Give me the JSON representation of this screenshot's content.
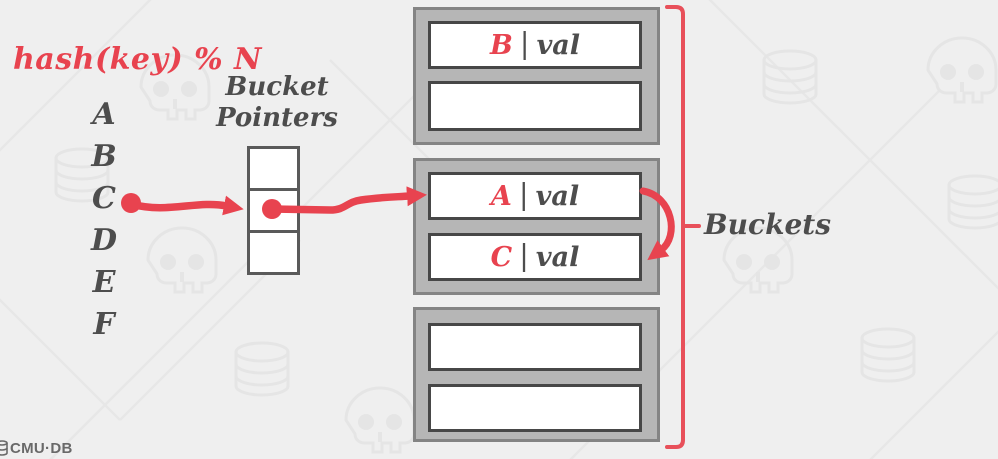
{
  "hash_function_label": "hash(key) % N",
  "keys": [
    "A",
    "B",
    "C",
    "D",
    "E",
    "F"
  ],
  "bucket_pointers_label": {
    "line1": "Bucket",
    "line2": "Pointers"
  },
  "buckets_label": "Buckets",
  "buckets": [
    {
      "slots": [
        {
          "key": "B",
          "sep": "|",
          "value": "val"
        },
        {
          "key": "",
          "sep": "",
          "value": ""
        }
      ]
    },
    {
      "slots": [
        {
          "key": "A",
          "sep": "|",
          "value": "val"
        },
        {
          "key": "C",
          "sep": "|",
          "value": "val"
        }
      ]
    },
    {
      "slots": [
        {
          "key": "",
          "sep": "",
          "value": ""
        },
        {
          "key": "",
          "sep": "",
          "value": ""
        }
      ]
    }
  ],
  "logo_text": "CMU·DB",
  "colors": {
    "accent_red": "#e8434f",
    "text_gray": "#4d4d4d",
    "bucket_fill": "#b6b6b6",
    "bucket_border": "#848484",
    "slot_border": "#474747",
    "background": "#efefef"
  }
}
